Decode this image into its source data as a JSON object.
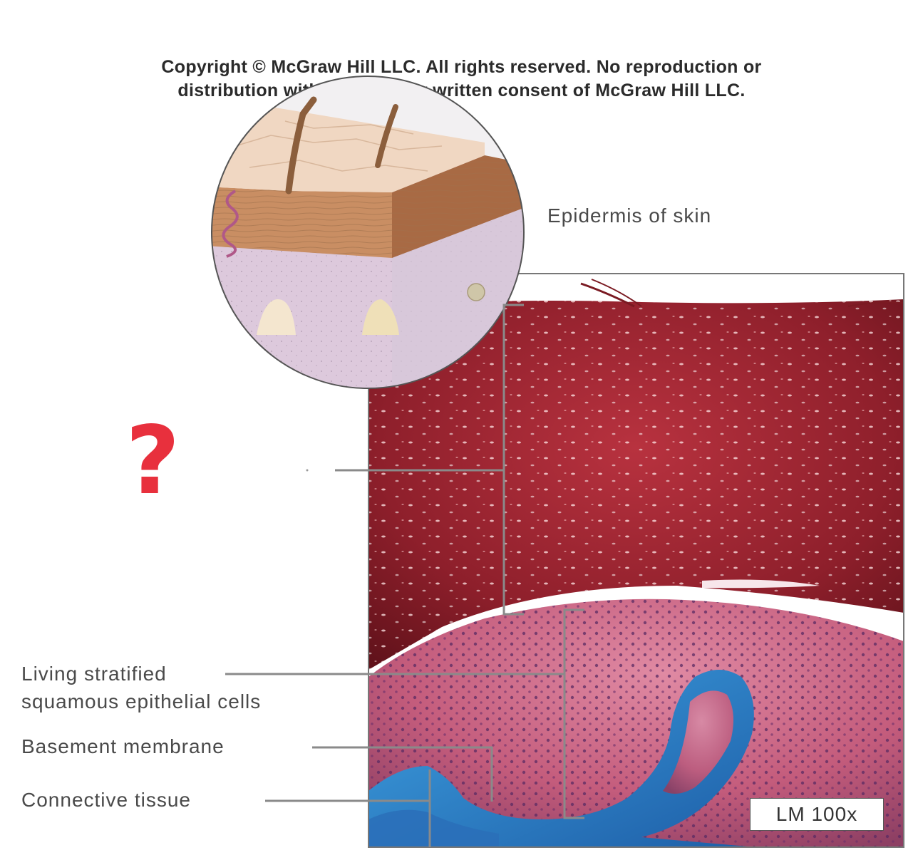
{
  "copyright": {
    "line1": "Copyright © McGraw Hill LLC. All rights reserved. No reproduction or",
    "line2": "distribution without the prior written consent of McGraw Hill LLC."
  },
  "labels": {
    "epidermis": "Epidermis of skin",
    "living_cells_line1": "Living stratified",
    "living_cells_line2": "squamous epithelial cells",
    "basement_membrane": "Basement membrane",
    "connective_tissue": "Connective tissue",
    "question_mark": "?"
  },
  "magnification": "LM 100x",
  "colors": {
    "dead_layer": "#8e1f2b",
    "living_layer": "#c9607e",
    "connective": "#2f86c8",
    "leader_line": "#8a8a8a",
    "question_mark": "#e8303d"
  }
}
